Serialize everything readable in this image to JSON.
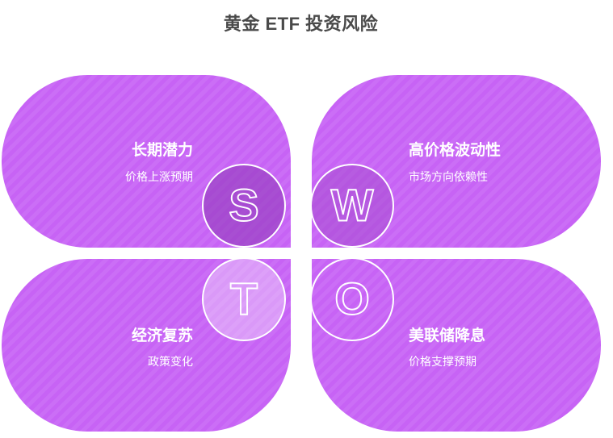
{
  "title": "黄金 ETF 投资风险",
  "colors": {
    "quadrant_fill": "#c763f5",
    "s_circle_fill": "#a24bc8",
    "w_circle_fill": "#b657e2",
    "t_circle_fill": "#de9cf9",
    "o_circle_fill": "#c763f5",
    "text": "#ffffff",
    "title": "#4a4a4a"
  },
  "quadrants": {
    "s": {
      "letter": "S",
      "heading": "长期潜力",
      "subtext": "价格上涨预期"
    },
    "w": {
      "letter": "W",
      "heading": "高价格波动性",
      "subtext": "市场方向依赖性"
    },
    "t": {
      "letter": "T",
      "heading": "经济复苏",
      "subtext": "政策变化"
    },
    "o": {
      "letter": "O",
      "heading": "美联储降息",
      "subtext": "价格支撑预期"
    }
  }
}
